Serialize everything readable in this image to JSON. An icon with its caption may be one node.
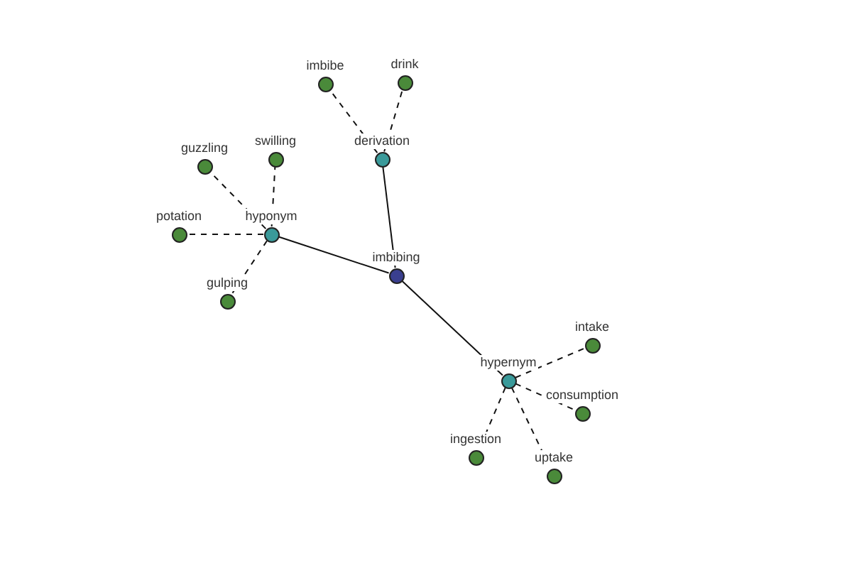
{
  "diagram": {
    "nodes": [
      {
        "text": [
          "imbibe"
        ]
      },
      {
        "text": [
          "drink"
        ]
      },
      {
        "text": [
          "derivation"
        ]
      },
      {
        "text": [
          "guzzling"
        ]
      },
      {
        "text": [
          "swilling"
        ]
      },
      {
        "text": [
          "hyponym"
        ]
      },
      {
        "text": [
          "potation"
        ]
      },
      {
        "text": [
          "imbibing"
        ]
      },
      {
        "text": [
          "gulping"
        ]
      },
      {
        "text": [
          "intake"
        ]
      },
      {
        "text": [
          "hypernym"
        ]
      },
      {
        "text": [
          "consumption"
        ]
      },
      {
        "text": [
          "ingestion"
        ]
      },
      {
        "text": [
          "uptake"
        ]
      }
    ],
    "edges": [
      {
        "from": 7,
        "to": 2,
        "arrow": "none"
      },
      {
        "from": 7,
        "to": 5,
        "arrow": "none"
      },
      {
        "from": 7,
        "to": 10,
        "arrow": "none"
      },
      {
        "from": 2,
        "to": 0,
        "arrow": "none",
        "style": "dashed"
      },
      {
        "from": 2,
        "to": 1,
        "arrow": "none",
        "style": "dashed"
      },
      {
        "from": 5,
        "to": 3,
        "arrow": "none",
        "style": "dashed"
      },
      {
        "from": 5,
        "to": 4,
        "arrow": "none",
        "style": "dashed"
      },
      {
        "from": 5,
        "to": 6,
        "arrow": "none",
        "style": "dashed"
      },
      {
        "from": 5,
        "to": 8,
        "arrow": "none",
        "style": "dashed"
      },
      {
        "from": 10,
        "to": 9,
        "arrow": "none",
        "style": "dashed"
      },
      {
        "from": 10,
        "to": 11,
        "arrow": "none",
        "style": "dashed"
      },
      {
        "from": 10,
        "to": 12,
        "arrow": "none",
        "style": "dashed"
      },
      {
        "from": 10,
        "to": 13,
        "arrow": "none",
        "style": "dashed"
      }
    ]
  }
}
